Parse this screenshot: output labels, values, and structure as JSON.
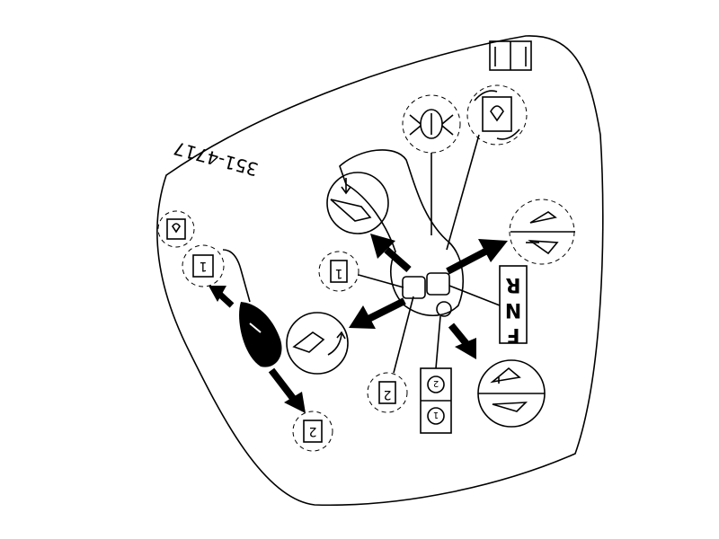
{
  "decal": {
    "part_number": "351-4717",
    "gear_letters": [
      "F",
      "N",
      "R"
    ],
    "switch_labels": [
      "1",
      "2"
    ],
    "speed_labels": [
      "1",
      "2"
    ]
  },
  "colors": {
    "ink": "#000000",
    "background": "#ffffff"
  },
  "icons": [
    "manual-book-icon",
    "steering-wheel-float-icon",
    "joystick-tilt-icon",
    "bucket-lower-icon",
    "bucket-rollback-icon",
    "bucket-tilt-icon",
    "bucket-dump-icon",
    "range-switch-icon",
    "speed-gear-icon",
    "lever-handle-icon"
  ]
}
